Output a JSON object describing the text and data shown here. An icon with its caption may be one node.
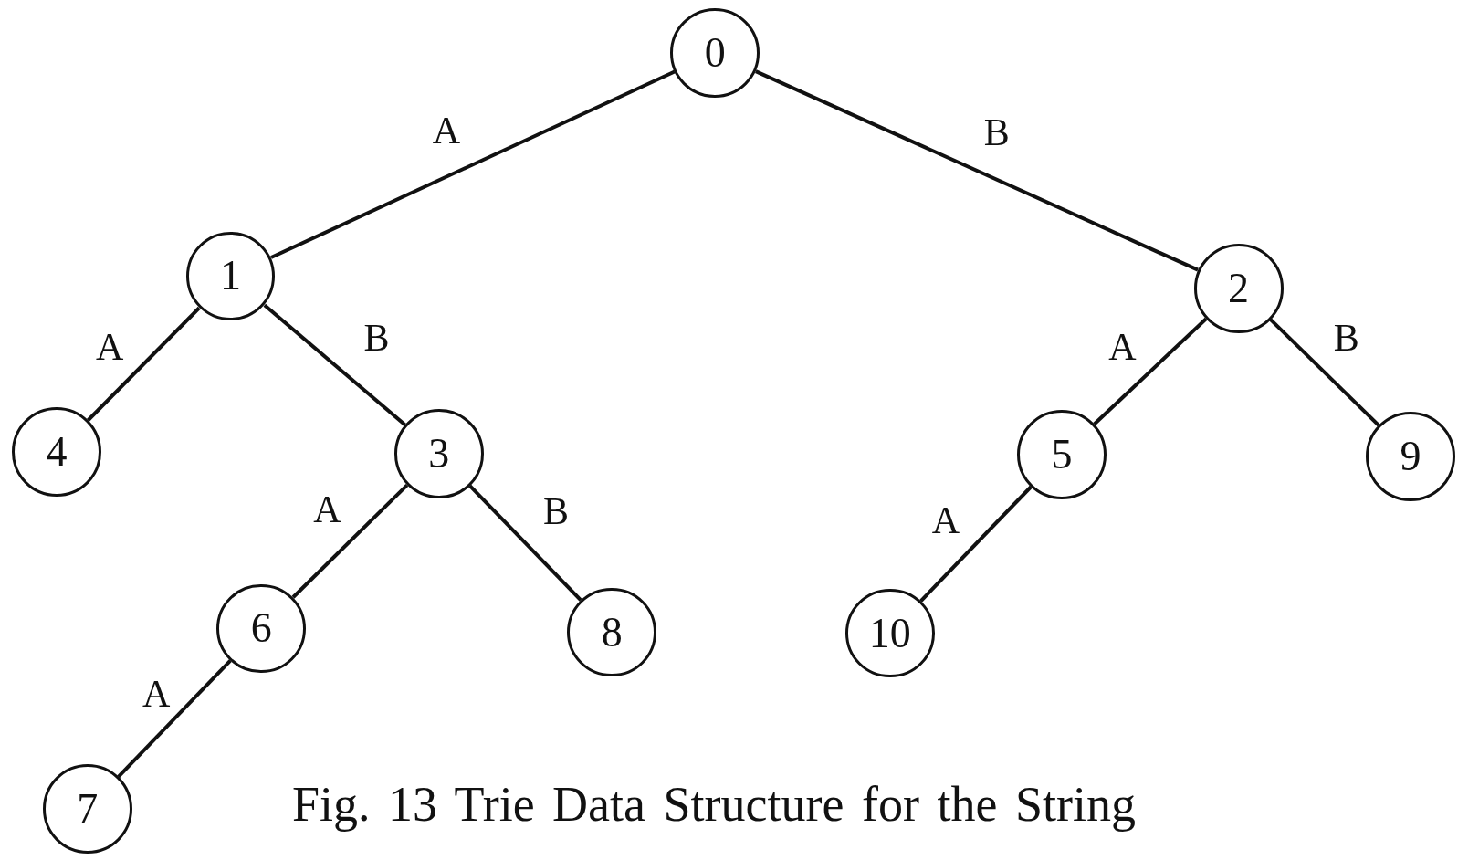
{
  "diagram": {
    "caption": "Fig. 13 Trie Data Structure for the String",
    "nodes": [
      {
        "text": [
          "0"
        ]
      },
      {
        "text": [
          "1"
        ]
      },
      {
        "text": [
          "2"
        ]
      },
      {
        "text": [
          "3"
        ]
      },
      {
        "text": [
          "4"
        ]
      },
      {
        "text": [
          "5"
        ]
      },
      {
        "text": [
          "6"
        ]
      },
      {
        "text": [
          "7"
        ]
      },
      {
        "text": [
          "8"
        ]
      },
      {
        "text": [
          "9"
        ]
      },
      {
        "text": [
          "10"
        ]
      }
    ],
    "edges": [
      {
        "from": 0,
        "to": 1,
        "arrow": "none",
        "label": "A"
      },
      {
        "from": 0,
        "to": 2,
        "arrow": "none",
        "label": "B"
      },
      {
        "from": 1,
        "to": 4,
        "arrow": "none",
        "label": "A"
      },
      {
        "from": 1,
        "to": 3,
        "arrow": "none",
        "label": "B"
      },
      {
        "from": 2,
        "to": 5,
        "arrow": "none",
        "label": "A"
      },
      {
        "from": 2,
        "to": 9,
        "arrow": "none",
        "label": "B"
      },
      {
        "from": 3,
        "to": 6,
        "arrow": "none",
        "label": "A"
      },
      {
        "from": 3,
        "to": 8,
        "arrow": "none",
        "label": "B"
      },
      {
        "from": 5,
        "to": 10,
        "arrow": "none",
        "label": "A"
      },
      {
        "from": 6,
        "to": 7,
        "arrow": "none",
        "label": "A"
      }
    ]
  }
}
